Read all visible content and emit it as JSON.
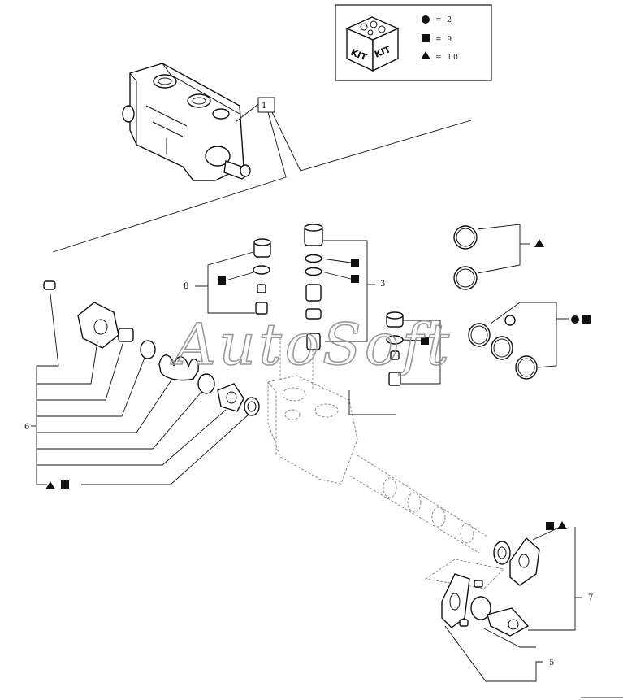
{
  "legend": {
    "kit_label_1": "KIT",
    "kit_label_2": "KIT",
    "entries": [
      {
        "symbol": "circle",
        "text": "= 2"
      },
      {
        "symbol": "square",
        "text": "= 9"
      },
      {
        "symbol": "triangle",
        "text": "= 10"
      }
    ]
  },
  "callouts": {
    "c1": "1",
    "c3": "3",
    "c5": "5",
    "c6": "6",
    "c7": "7",
    "c8": "8"
  },
  "watermark": "AutoSoft",
  "colors": {
    "ink": "#111111",
    "ghost": "#8a8a8a",
    "watermark": "#9a9a9a"
  }
}
